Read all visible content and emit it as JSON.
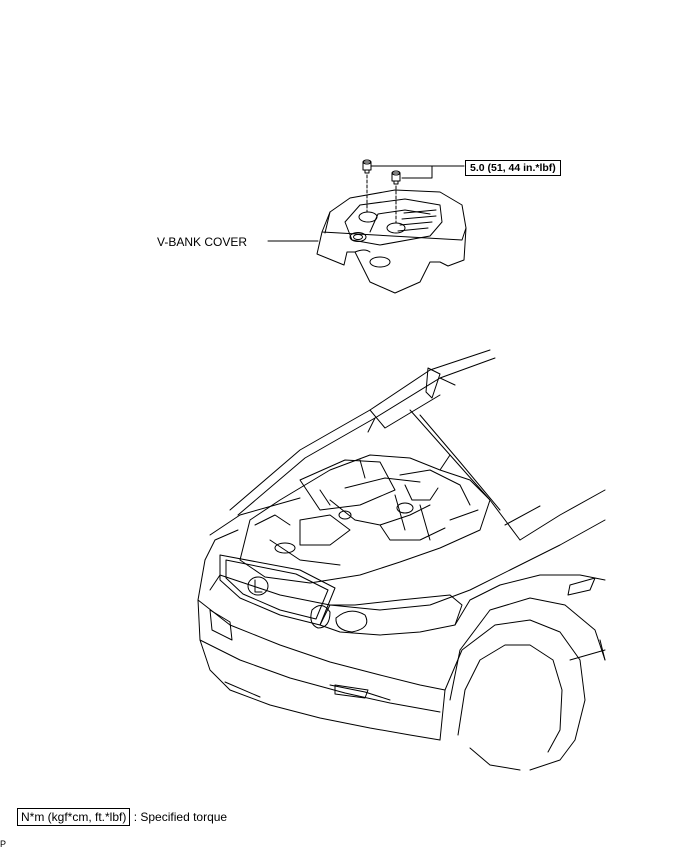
{
  "callouts": {
    "component_label": "V-BANK COVER",
    "bolt_torque": "5.0 (51, 44 in.*lbf)"
  },
  "legend": {
    "symbol_text": "N*m (kgf*cm, ft.*lbf)",
    "description": ": Specified torque"
  },
  "corner_mark": "P"
}
